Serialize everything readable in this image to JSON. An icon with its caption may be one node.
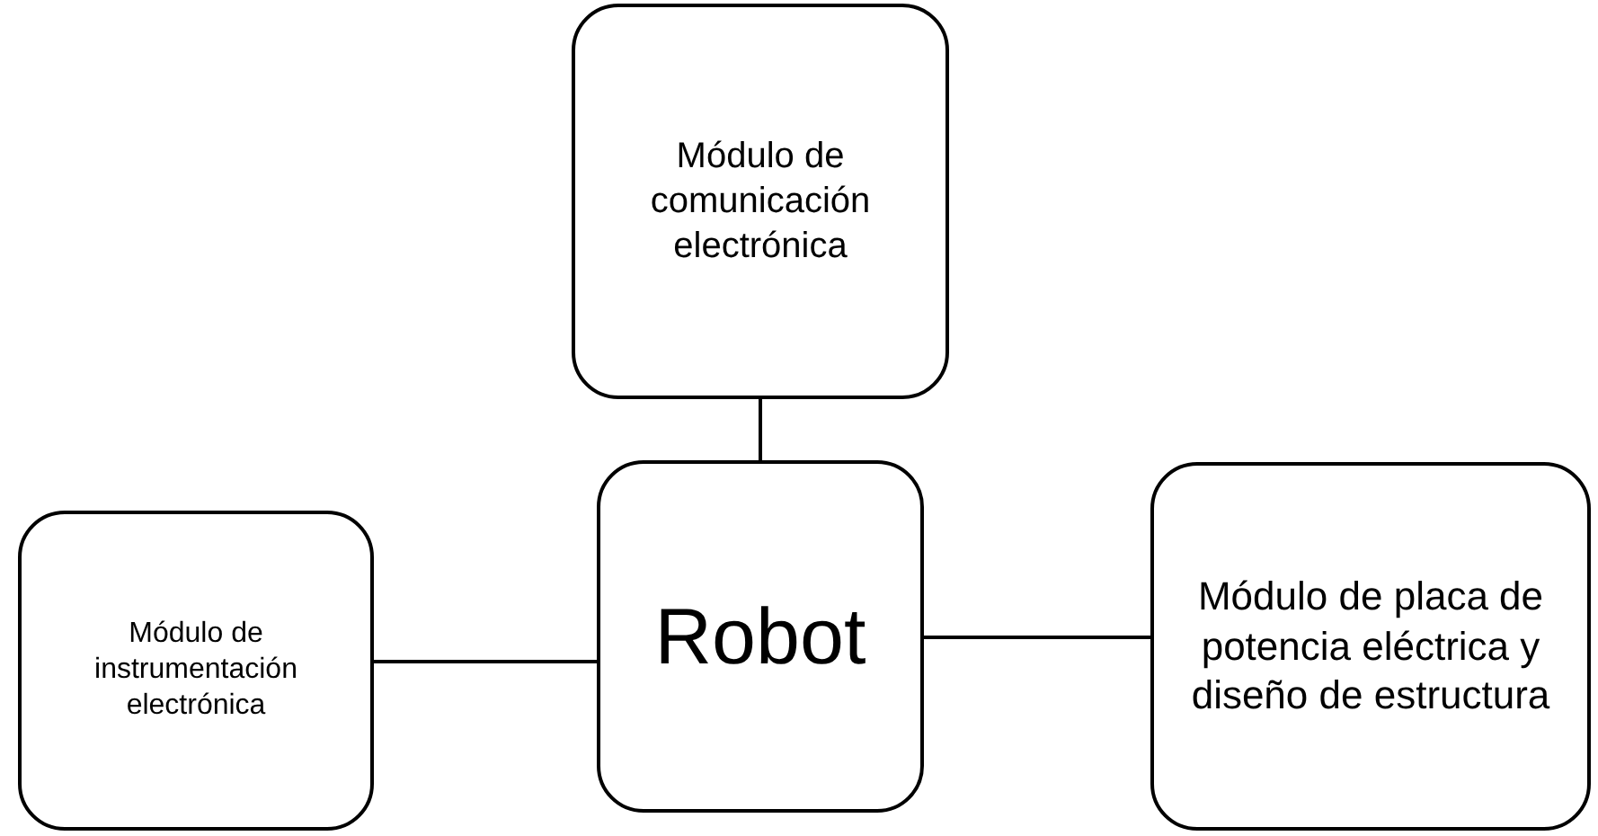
{
  "diagram": {
    "nodes": [
      {
        "text": [
          "Módulo de comunicación electrónica"
        ]
      },
      {
        "text": [
          "Módulo de instrumentación electrónica"
        ]
      },
      {
        "text": [
          "Robot"
        ]
      },
      {
        "text": [
          "Módulo de placa de potencia eléctrica y diseño de estructura"
        ]
      }
    ],
    "edges": [
      {
        "from": 2,
        "to": 0,
        "arrow": "none"
      },
      {
        "from": 2,
        "to": 1,
        "arrow": "none"
      },
      {
        "from": 2,
        "to": 3,
        "arrow": "none"
      }
    ]
  }
}
